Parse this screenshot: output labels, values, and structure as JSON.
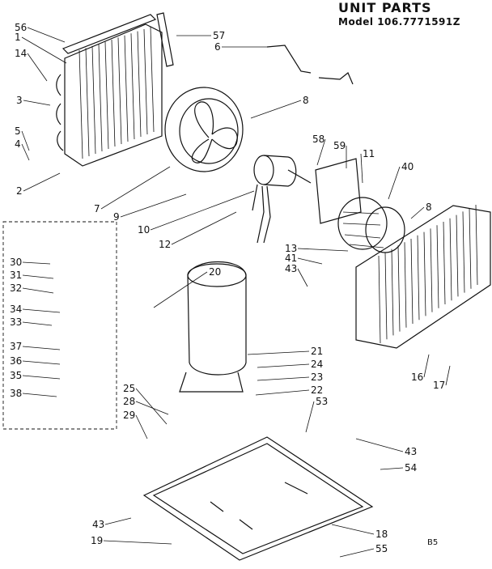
{
  "header": {
    "title": "UNIT PARTS",
    "model": "Model 106.7771591Z"
  },
  "footer": {
    "code": "B5"
  },
  "callouts": [
    "56",
    "1",
    "14",
    "3",
    "5",
    "4",
    "2",
    "57",
    "6",
    "8",
    "7",
    "9",
    "10",
    "12",
    "58",
    "59",
    "11",
    "40",
    "8",
    "13",
    "41",
    "43",
    "16",
    "17",
    "30",
    "31",
    "32",
    "34",
    "33",
    "37",
    "36",
    "35",
    "38",
    "20",
    "21",
    "24",
    "23",
    "22",
    "25",
    "28",
    "29",
    "53",
    "43",
    "54",
    "43",
    "19",
    "18",
    "55"
  ]
}
